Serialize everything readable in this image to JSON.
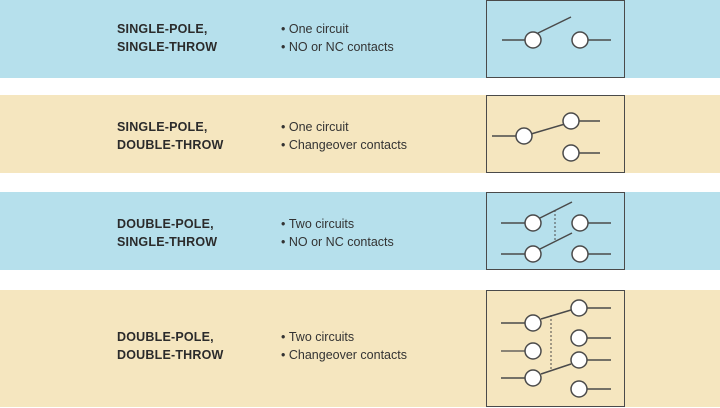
{
  "rows": [
    {
      "name_line1": "SINGLE-POLE,",
      "name_line2": "SINGLE-THROW",
      "feature1": "One circuit",
      "feature2": "NO or NC contacts",
      "symbol": "spst-switch-icon"
    },
    {
      "name_line1": "SINGLE-POLE,",
      "name_line2": "DOUBLE-THROW",
      "feature1": "One circuit",
      "feature2": "Changeover contacts",
      "symbol": "spdt-switch-icon"
    },
    {
      "name_line1": "DOUBLE-POLE,",
      "name_line2": "SINGLE-THROW",
      "feature1": "Two circuits",
      "feature2": "NO or NC contacts",
      "symbol": "dpst-switch-icon"
    },
    {
      "name_line1": "DOUBLE-POLE,",
      "name_line2": "DOUBLE-THROW",
      "feature1": "Two circuits",
      "feature2": "Changeover contacts",
      "symbol": "dpdt-switch-icon"
    }
  ],
  "colors": {
    "band_blue": "#b6e0ec",
    "band_tan": "#f5e6bf",
    "symbol_line": "#4a4a4a"
  }
}
